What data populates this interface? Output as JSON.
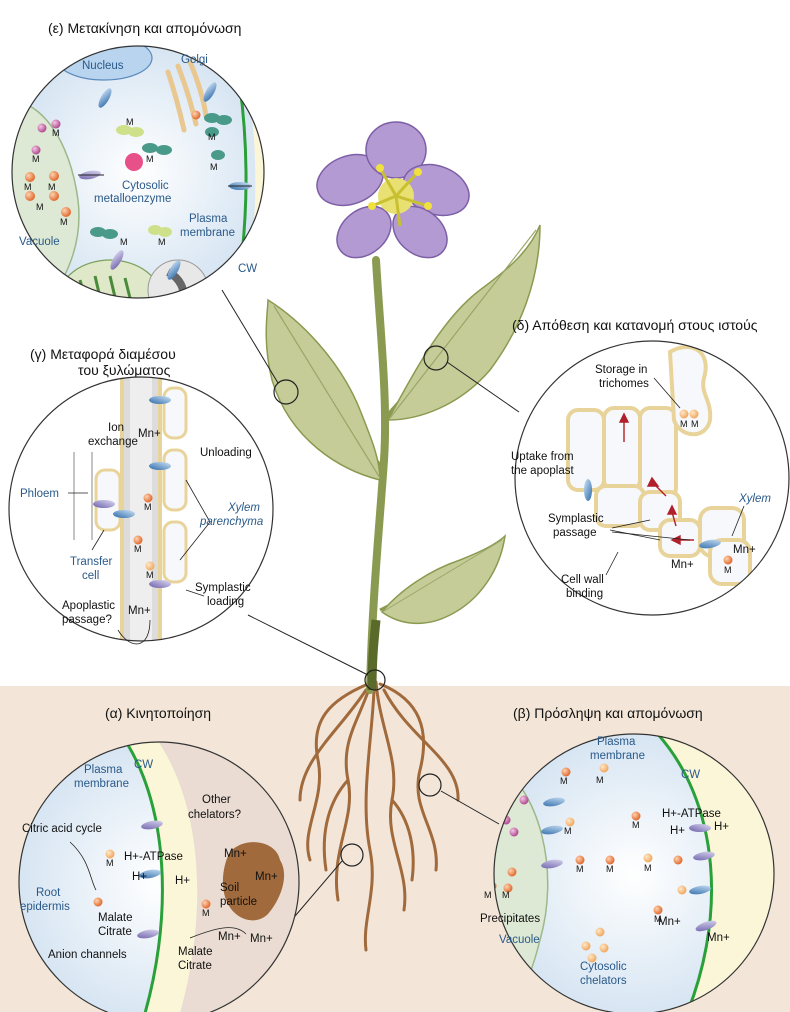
{
  "colors": {
    "soil": "#f3e6d8",
    "leaf": "#c5cc98",
    "stem": "#8a9a50",
    "petal": "#b49ad2",
    "membrane": "#2aa03a",
    "root": "#a06a3c",
    "metal": "#e8824a"
  },
  "panels": {
    "e": {
      "title": "(ε) Μετακίνηση και απομόνωση",
      "nucleus": "Nucleus",
      "golgi": "Golgi",
      "cytosolic": "Cytosolic",
      "metalloenzyme": "metalloenzyme",
      "plasma": "Plasma",
      "membrane": "membrane",
      "vacuole": "Vacuole",
      "cw": "CW",
      "m": "M"
    },
    "d": {
      "title": "(δ) Απόθεση και κατανομή στους ιστούς",
      "storage1": "Storage in",
      "storage2": "trichomes",
      "uptake1": "Uptake from",
      "uptake2": "the apoplast",
      "symp1": "Symplastic",
      "symp2": "passage",
      "xylem": "Xylem",
      "cellwall1": "Cell wall",
      "cellwall2": "binding",
      "mn": "Mn+",
      "m": "M"
    },
    "g": {
      "title1": "(γ) Μεταφορά διαμέσου",
      "title2": "του ξυλώματος",
      "ion1": "Ion",
      "ion2": "exchange",
      "mn": "Mn+",
      "unloading": "Unloading",
      "phloem": "Phloem",
      "xylem": "Xylem",
      "parenchyma": "parenchyma",
      "transfer1": "Transfer",
      "transfer2": "cell",
      "symp1": "Symplastic",
      "symp2": "loading",
      "apo1": "Apoplastic",
      "apo2": "passage?",
      "m": "M"
    },
    "a": {
      "title": "(α) Κινητοποίηση",
      "plasma": "Plasma",
      "membrane": "membrane",
      "cw": "CW",
      "other1": "Other",
      "other2": "chelators?",
      "citric": "Citric acid cycle",
      "atpase": "H+-ATPase",
      "hplus": "H+",
      "root1": "Root",
      "root2": "epidermis",
      "mn": "Mn+",
      "soil1": "Soil",
      "soil2": "particle",
      "malate": "Malate",
      "citrate": "Citrate",
      "anion": "Anion channels",
      "m": "M"
    },
    "b": {
      "title": "(β) Πρόσληψη και απομόνωση",
      "plasma": "Plasma",
      "membrane": "membrane",
      "cw": "CW",
      "atpase": "H+-ATPase",
      "hplus": "H+",
      "precipitates": "Precipitates",
      "vacuole": "Vacuole",
      "cytosolic": "Cytosolic",
      "chelators": "chelators",
      "mn": "Mn+",
      "m": "M"
    }
  }
}
